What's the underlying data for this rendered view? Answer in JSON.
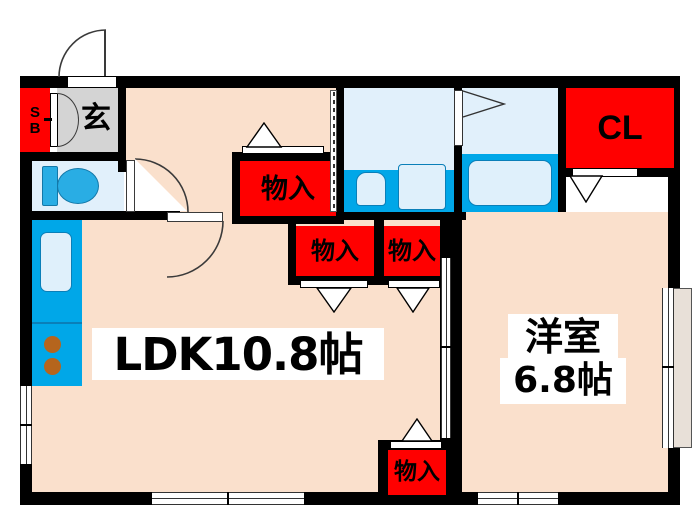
{
  "plan": {
    "type": "apartment-floor-plan",
    "layout_name": "1LDK",
    "colors": {
      "wall": "#000000",
      "floor": "#fae0cc",
      "closet_red": "#ff0000",
      "water_area": "#e1f0fb",
      "fixture_blue": "#00a7e8",
      "genkan_gray": "#d4d4d4",
      "burner_brown": "#b5651d",
      "balcony": "#e8e0d8",
      "background": "#ffffff"
    }
  },
  "rooms": {
    "ldk": {
      "label": "LDK10.8帖",
      "name_part": "LDK",
      "size_part": "10.8帖"
    },
    "western_room": {
      "label_line1": "洋室",
      "label_line2": "6.8帖"
    },
    "entrance": {
      "label": "玄"
    },
    "shoe_box": {
      "label_line1": "S",
      "label_line2": "B"
    },
    "closet_cl": {
      "label": "CL"
    }
  },
  "storage": [
    {
      "id": "monoire-upper",
      "label": "物入"
    },
    {
      "id": "monoire-mid-left",
      "label": "物入"
    },
    {
      "id": "monoire-mid-right",
      "label": "物入"
    },
    {
      "id": "monoire-bottom",
      "label": "物入"
    }
  ],
  "fixtures": [
    {
      "id": "toilet",
      "name": "toilet-fixture"
    },
    {
      "id": "kitchen-sink",
      "name": "kitchen-sink"
    },
    {
      "id": "gas-stove",
      "name": "gas-stove-two-burner"
    },
    {
      "id": "washbasin",
      "name": "wash-basin"
    },
    {
      "id": "washer-space",
      "name": "washing-machine-space"
    },
    {
      "id": "bathtub",
      "name": "bathtub"
    }
  ],
  "openings": [
    {
      "id": "entrance-door",
      "name": "entrance-door"
    },
    {
      "id": "toilet-door",
      "name": "toilet-door"
    },
    {
      "id": "hall-door",
      "name": "hall-to-ldk-door"
    },
    {
      "id": "bath-door",
      "name": "bathroom-door"
    },
    {
      "id": "ldk-shitsu-sliding",
      "name": "sliding-door-ldk-to-western-room"
    },
    {
      "id": "ldk-window-left",
      "name": "ldk-left-window"
    },
    {
      "id": "ldk-window-bottom",
      "name": "ldk-bottom-window"
    },
    {
      "id": "shitsu-window-bottom",
      "name": "western-room-bottom-window"
    },
    {
      "id": "shitsu-window-right",
      "name": "western-room-balcony-door"
    }
  ]
}
